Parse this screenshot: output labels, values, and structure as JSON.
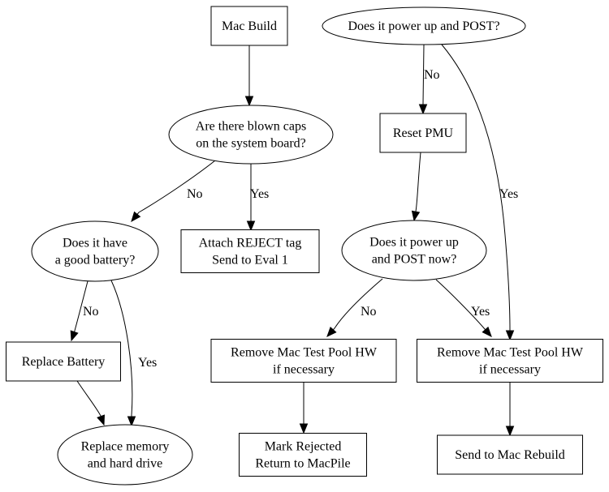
{
  "diagram": {
    "type": "flowchart",
    "nodes": [
      {
        "id": "mac_build",
        "shape": "box",
        "lines": [
          "Mac Build"
        ]
      },
      {
        "id": "blown_caps",
        "shape": "ellipse",
        "lines": [
          "Are there blown caps",
          "on the system board?"
        ]
      },
      {
        "id": "good_battery",
        "shape": "ellipse",
        "lines": [
          "Does it have",
          "a good battery?"
        ]
      },
      {
        "id": "attach_reject",
        "shape": "box",
        "lines": [
          "Attach REJECT tag",
          "Send to Eval 1"
        ]
      },
      {
        "id": "replace_battery",
        "shape": "box",
        "lines": [
          "Replace Battery"
        ]
      },
      {
        "id": "replace_memory",
        "shape": "ellipse",
        "lines": [
          "Replace memory",
          "and hard drive"
        ]
      },
      {
        "id": "power_post",
        "shape": "ellipse",
        "lines": [
          "Does it power up and POST?"
        ]
      },
      {
        "id": "reset_pmu",
        "shape": "box",
        "lines": [
          "Reset PMU"
        ]
      },
      {
        "id": "power_post_now",
        "shape": "ellipse",
        "lines": [
          "Does it power up",
          "and POST now?"
        ]
      },
      {
        "id": "remove_hw_left",
        "shape": "box",
        "lines": [
          "Remove Mac Test Pool HW",
          "if necessary"
        ]
      },
      {
        "id": "remove_hw_right",
        "shape": "box",
        "lines": [
          "Remove Mac Test Pool HW",
          "if necessary"
        ]
      },
      {
        "id": "mark_rejected",
        "shape": "box",
        "lines": [
          "Mark Rejected",
          "Return to MacPile"
        ]
      },
      {
        "id": "send_rebuild",
        "shape": "box",
        "lines": [
          "Send to Mac Rebuild"
        ]
      }
    ],
    "edges": [
      {
        "from": "mac_build",
        "to": "blown_caps",
        "label": ""
      },
      {
        "from": "blown_caps",
        "to": "good_battery",
        "label": "No"
      },
      {
        "from": "blown_caps",
        "to": "attach_reject",
        "label": "Yes"
      },
      {
        "from": "good_battery",
        "to": "replace_battery",
        "label": "No"
      },
      {
        "from": "good_battery",
        "to": "replace_memory",
        "label": "Yes"
      },
      {
        "from": "replace_battery",
        "to": "replace_memory",
        "label": ""
      },
      {
        "from": "power_post",
        "to": "reset_pmu",
        "label": "No"
      },
      {
        "from": "power_post",
        "to": "remove_hw_right",
        "label": "Yes"
      },
      {
        "from": "reset_pmu",
        "to": "power_post_now",
        "label": ""
      },
      {
        "from": "power_post_now",
        "to": "remove_hw_left",
        "label": "No"
      },
      {
        "from": "power_post_now",
        "to": "remove_hw_right",
        "label": "Yes"
      },
      {
        "from": "remove_hw_left",
        "to": "mark_rejected",
        "label": ""
      },
      {
        "from": "remove_hw_right",
        "to": "send_rebuild",
        "label": ""
      }
    ]
  }
}
